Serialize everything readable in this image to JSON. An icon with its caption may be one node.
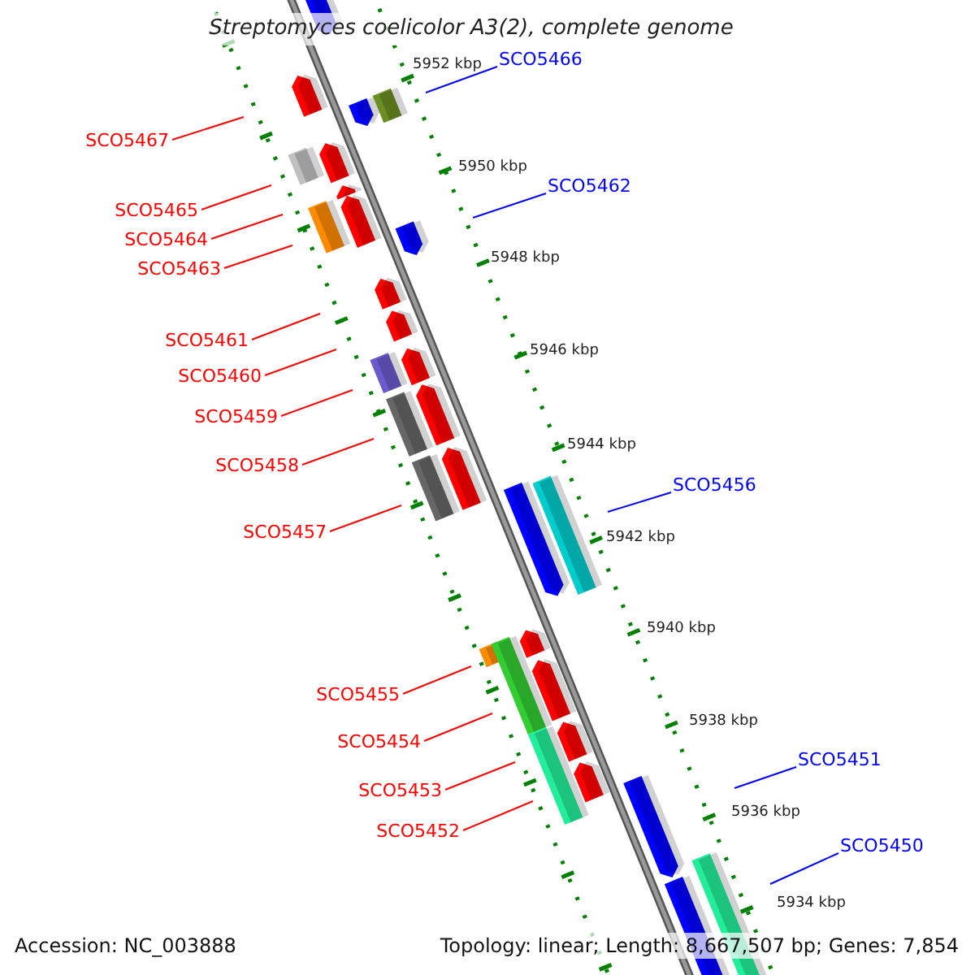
{
  "diagram": {
    "title": "Streptomyces coelicolor A3(2), complete genome",
    "nodes": [
      {
        "text": [
          "SCO5466"
        ]
      },
      {
        "text": [
          "SCO5467"
        ]
      },
      {
        "text": [
          "SCO5462"
        ]
      },
      {
        "text": [
          "SCO5465"
        ]
      },
      {
        "text": [
          "SCO5464"
        ]
      },
      {
        "text": [
          "SCO5463"
        ]
      },
      {
        "text": [
          "SCO5461"
        ]
      },
      {
        "text": [
          "SCO5460"
        ]
      },
      {
        "text": [
          "SCO5459"
        ]
      },
      {
        "text": [
          "SCO5458"
        ]
      },
      {
        "text": [
          "SCO5456"
        ]
      },
      {
        "text": [
          "SCO5457"
        ]
      },
      {
        "text": [
          "SCO5455"
        ]
      },
      {
        "text": [
          "SCO5454"
        ]
      },
      {
        "text": [
          "SCO5451"
        ]
      },
      {
        "text": [
          "SCO5453"
        ]
      },
      {
        "text": [
          "SCO5452"
        ]
      },
      {
        "text": [
          "SCO5450"
        ]
      }
    ],
    "edges": [
      {
        "from": 0,
        "to": null,
        "arrow": "none",
        "color": "#0000ff"
      },
      {
        "from": 1,
        "to": null,
        "arrow": "none"
      },
      {
        "from": 2,
        "to": null,
        "arrow": "none",
        "color": "#0000ff"
      },
      {
        "from": 3,
        "to": null,
        "arrow": "none"
      },
      {
        "from": 4,
        "to": null,
        "arrow": "none"
      },
      {
        "from": 5,
        "to": null,
        "arrow": "none"
      },
      {
        "from": 6,
        "to": null,
        "arrow": "none"
      },
      {
        "from": 7,
        "to": null,
        "arrow": "none"
      },
      {
        "from": 8,
        "to": null,
        "arrow": "none"
      },
      {
        "from": 9,
        "to": null,
        "arrow": "none"
      },
      {
        "from": 10,
        "to": null,
        "arrow": "none",
        "color": "#0000ff"
      },
      {
        "from": 11,
        "to": null,
        "arrow": "none"
      },
      {
        "from": 12,
        "to": null,
        "arrow": "none"
      },
      {
        "from": 13,
        "to": null,
        "arrow": "none"
      },
      {
        "from": 14,
        "to": null,
        "arrow": "none",
        "color": "#0000ff"
      },
      {
        "from": 15,
        "to": null,
        "arrow": "none"
      },
      {
        "from": 16,
        "to": null,
        "arrow": "none"
      },
      {
        "from": 17,
        "to": null,
        "arrow": "none",
        "color": "#0000ff"
      }
    ],
    "labels": [
      "5952 kbp",
      "5950 kbp",
      "5948 kbp",
      "5946 kbp",
      "5944 kbp",
      "5942 kbp",
      "5940 kbp",
      "5938 kbp",
      "5936 kbp",
      "5934 kbp",
      "Accession: NC_003888",
      "Topology: linear; Length: 8,667,507 bp; Genes: 7,854"
    ]
  }
}
